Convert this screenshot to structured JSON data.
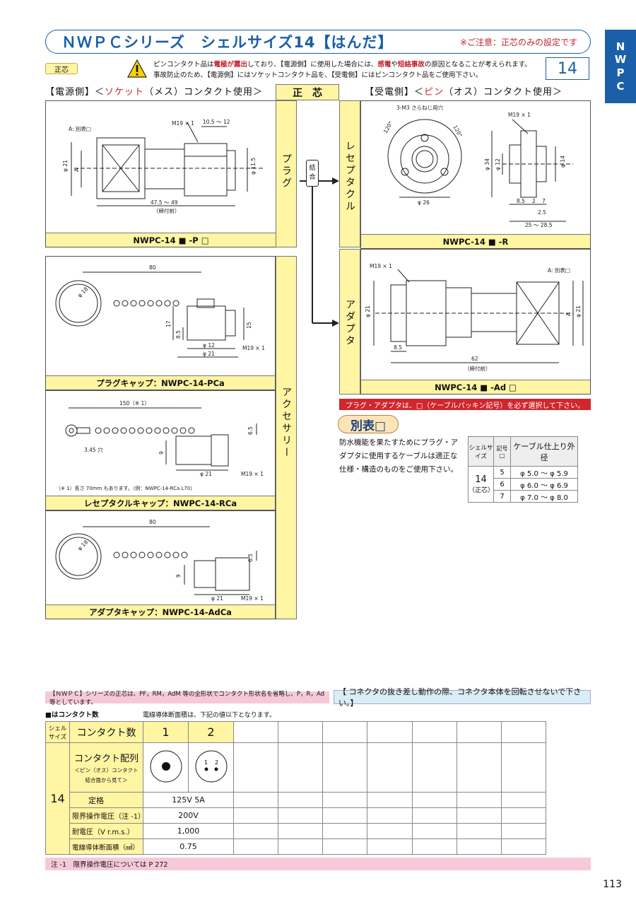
{
  "header": {
    "title": "ＮＷＰＣシリーズ　シェルサイズ14【はんだ】",
    "note": "※ご注意：正芯のみの設定です",
    "side_tab": [
      "N",
      "W",
      "P",
      "C"
    ],
    "tag": "正芯",
    "size": "14"
  },
  "warning": {
    "line1_a": "ピンコンタクト品は",
    "line1_red1": "電極が露出",
    "line1_b": "しており、【電源側】に使用した場合には、",
    "line1_red2": "感電",
    "line1_c": "や",
    "line1_red3": "短絡事故",
    "line1_d": "の原因となることが考えられます。",
    "line2": "事故防止のため、【電源側】にはソケットコンタクト品を、【受電側】にはピンコンタクト品をご使用下さい。"
  },
  "columns": {
    "left_a": "【電源側】",
    "left_b": "＜",
    "left_red": "ソケット",
    "left_c": "（メス）コンタクト使用＞",
    "center": "正　芯",
    "right_a": "【受電側】",
    "right_b": "＜",
    "right_red": "ピン",
    "right_c": "（オス）コンタクト使用＞"
  },
  "strips": {
    "plug": "プラグ",
    "receptacle": "レセプタクル",
    "adapter": "アダプタ",
    "accessory": "アクセサリー",
    "ketsugo": [
      "結",
      "合"
    ]
  },
  "captions": {
    "plug": "NWPC-14 ■ -P □",
    "receptacle": "NWPC-14 ■ -R",
    "adapter": "NWPC-14 ■ -Ad □",
    "plug_cap": "プラグキャップ：NWPC-14-PCa",
    "recep_cap": "レセプタクルキャップ：NWPC-14-RCa",
    "adapter_cap": "アダプタキャップ：NWPC-14-AdCa"
  },
  "dims": {
    "plug": {
      "m19": "M19 × 1",
      "range": "10.5 ～ 12",
      "a_note": "A: 別表□",
      "d21": "φ 21",
      "a": "A",
      "d11_5": "φ 11.5",
      "len": "47.5 ～ 49",
      "len_note": "（締付前）"
    },
    "recep": {
      "holes": "3-M3 さらねじ用穴",
      "ang1": "120°",
      "ang2": "120°",
      "d26": "φ 26",
      "m19": "M19 × 1",
      "d34": "φ 34",
      "d12": "φ 12",
      "d14": "φ 14",
      "l8_5": "8.5",
      "l2": "2",
      "l7": "7",
      "l2_5": "2.5",
      "len": "25 ～ 28.5"
    },
    "adapter": {
      "m19": "M19 × 1",
      "a_note": "A: 別表□",
      "d21a": "φ 21",
      "a": "A",
      "d21b": "φ 21",
      "l8_5": "8.5",
      "len": "62",
      "len_note": "（締付前）"
    },
    "plug_cap": {
      "len": "80",
      "d18": "φ 18",
      "h17": "17",
      "h8_5": "8.5",
      "h15": "15",
      "d12": "φ 12",
      "d21": "φ 21",
      "m19": "M19 × 1"
    },
    "recep_cap": {
      "len": "150（※ 1）",
      "hole": "3.45 穴",
      "h6_5": "6.5",
      "h9": "9",
      "d21": "φ 21",
      "m19": "M19 × 1",
      "note": "（※ 1）長さ 70mm もあります。（例：NWPC-14-RCa L70）"
    },
    "adapter_cap": {
      "len": "80",
      "d18": "φ 18",
      "h6_5": "6.5",
      "h9": "9",
      "d21": "φ 21",
      "m19": "M19 × 1"
    }
  },
  "notice_red": "プラグ・アダプタは、□（ケーブルパッキン記号）を必ず選択して下さい。",
  "betsu": {
    "label": "別表□",
    "text": "防水機能を果たすためにプラグ・アダプタに使用するケーブルは適正な仕様・構造のものをご使用下さい。"
  },
  "cable_table": {
    "h_shell": "シェルサイズ",
    "h_code": "記号□",
    "h_cable": "ケーブル仕上り外径",
    "shell": "14",
    "shell_note": "（正芯）",
    "rows": [
      {
        "code": "5",
        "range": "φ 5.0 ～ φ 5.9"
      },
      {
        "code": "6",
        "range": "φ 6.0 ～ φ 6.9"
      },
      {
        "code": "7",
        "range": "φ 7.0 ～ φ 8.0"
      }
    ]
  },
  "footer": {
    "pink_note": "【ＮＷＰＣ】シリーズの正芯は、PF，RM，AdM 等の全形状でコンタクト形状名を省略し、P，R，Ad 等としています。",
    "blue_note": "【 コネクタの抜き差し動作の際、コネクタ本体を回転させないで下さい。】",
    "contact_count_label": "■はコンタクト数",
    "wire_note": "電線導体断面積は、下記の値以下となります。"
  },
  "spec": {
    "shell_h": "シェルサイズ",
    "shell": "14",
    "count_label": "コンタクト数",
    "counts": [
      "1",
      "2"
    ],
    "arrangement_label": "コンタクト配列",
    "arrangement_sub1": "＜ピン（オス）コンタクト",
    "arrangement_sub2": "結合面から見て＞",
    "pin_labels": [
      "1",
      "2"
    ],
    "rating_label": "定格",
    "rating": "125V 5A",
    "voltage_label": "限界操作電圧（注 -1）",
    "voltage": "200V",
    "withstand_label": "耐電圧（V r.m.s.）",
    "withstand": "1,000",
    "area_label": "電線導体断面積（㎟）",
    "area": "0.75"
  },
  "note1": "注 -1　限界操作電圧については P 272",
  "page_number": "113"
}
